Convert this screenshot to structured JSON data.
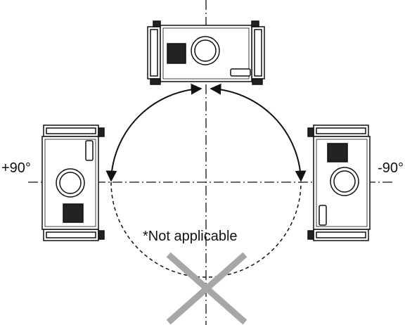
{
  "labels": {
    "left_angle": "+90°",
    "right_angle": "-90°",
    "not_applicable": "*Not applicable"
  },
  "colors": {
    "line": "#111111",
    "cross": "#a7a7a7",
    "body": "#ffffff"
  },
  "icons": {
    "prohibited": "cross-mark-icon",
    "projector": "projector-icon"
  }
}
